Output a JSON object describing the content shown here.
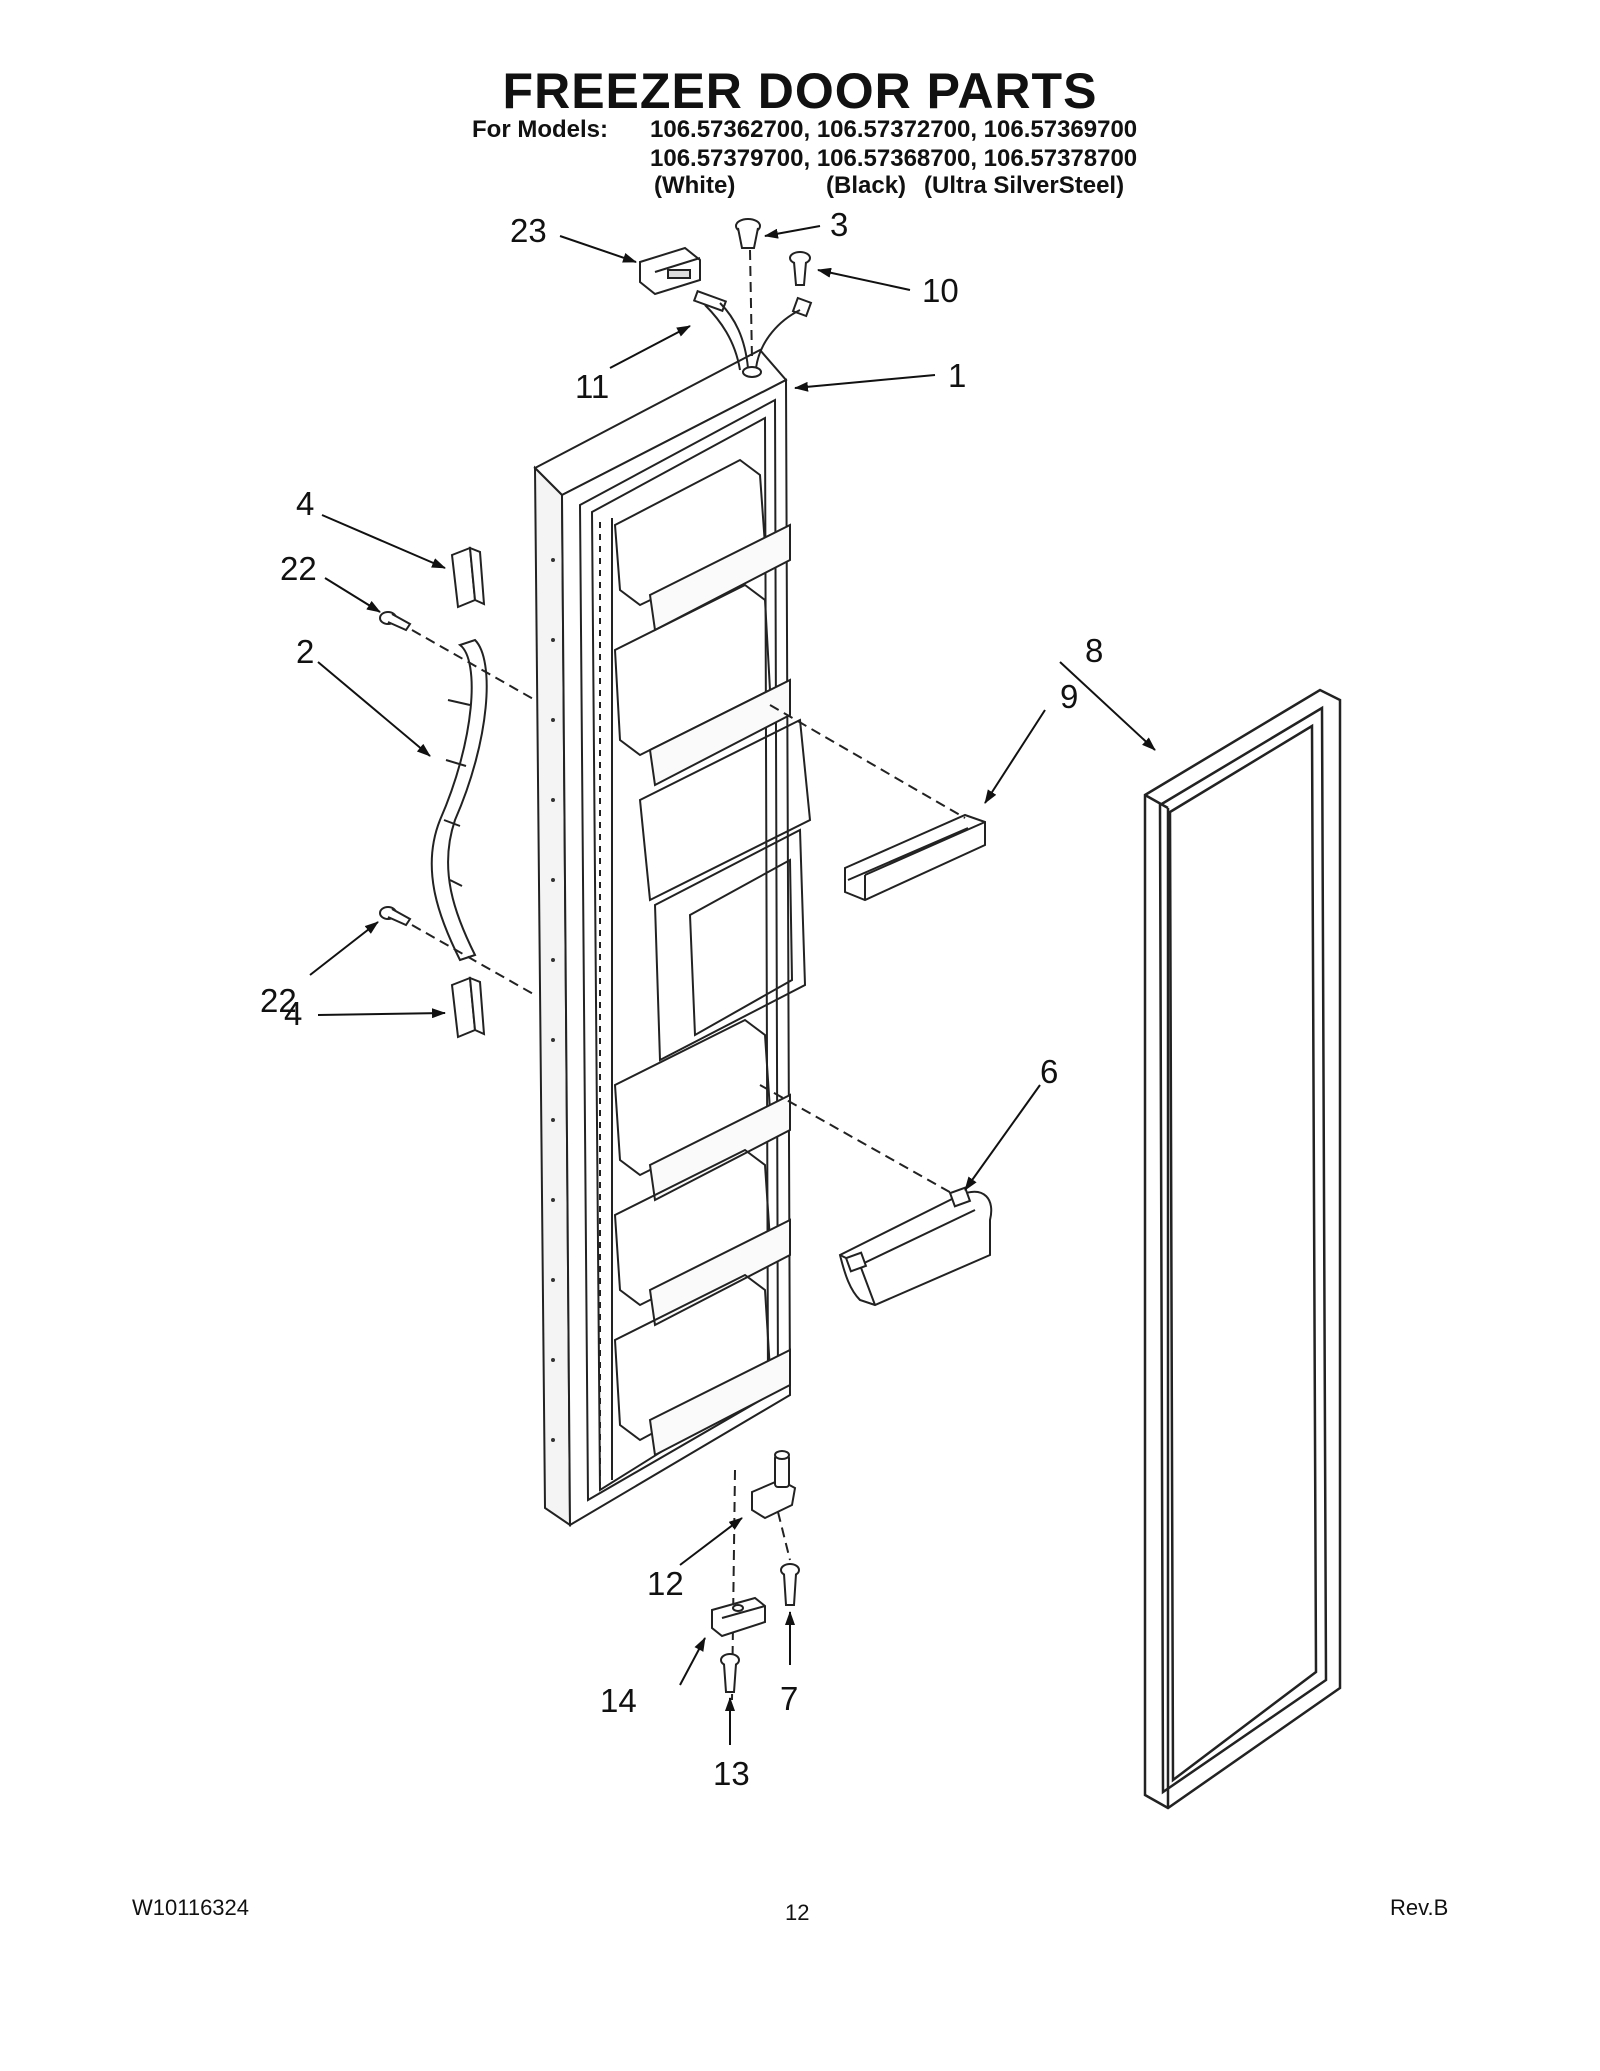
{
  "header": {
    "title": "FREEZER DOOR PARTS",
    "models_label": "For Models:",
    "models_line1": "106.57362700, 106.57372700, 106.57369700",
    "models_line2": "106.57379700, 106.57368700, 106.57378700",
    "variant_white": "(White)",
    "variant_black": "(Black)",
    "variant_silver": "(Ultra SilverSteel)"
  },
  "callouts": {
    "c1": "1",
    "c2": "2",
    "c3": "3",
    "c4a": "4",
    "c4b": "4",
    "c6": "6",
    "c7": "7",
    "c8": "8",
    "c9": "9",
    "c10": "10",
    "c11": "11",
    "c12": "12",
    "c13": "13",
    "c14": "14",
    "c22a": "22",
    "c22b": "22",
    "c23": "23"
  },
  "footer": {
    "doc_number": "W10116324",
    "page_number": "12",
    "revision": "Rev.B"
  }
}
